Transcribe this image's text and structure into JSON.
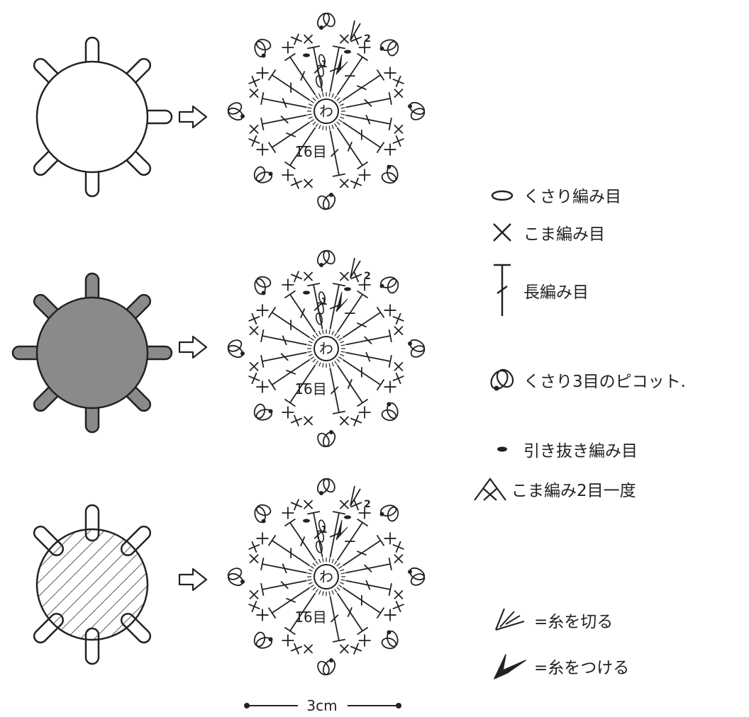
{
  "diagram": {
    "charts": [
      {
        "center_label": "わ",
        "count_label": "16目",
        "round1_label": "1",
        "round2_label": "2"
      },
      {
        "center_label": "わ",
        "count_label": "16目",
        "round1_label": "1",
        "round2_label": "2"
      },
      {
        "center_label": "わ",
        "count_label": "16目",
        "round1_label": "1",
        "round2_label": "2"
      }
    ],
    "shapes": [
      {
        "style": "outline",
        "fill": "#ffffff"
      },
      {
        "style": "solid",
        "fill": "#8a8a8a"
      },
      {
        "style": "hatched",
        "fill": "#ffffff"
      }
    ],
    "dimension_label": "3cm"
  },
  "legend": {
    "items": [
      {
        "icon": "chain-stitch-icon",
        "label": "くさり編み目"
      },
      {
        "icon": "single-crochet-icon",
        "label": "こま編み目"
      },
      {
        "icon": "double-crochet-icon",
        "label": "長編み目"
      },
      {
        "icon": "picot-icon",
        "label": "くさり3目のピコット."
      },
      {
        "icon": "slip-stitch-icon",
        "label": "引き抜き編み目"
      },
      {
        "icon": "sc2tog-icon",
        "label": "こま編み2目一度"
      },
      {
        "icon": "cut-yarn-icon",
        "label": "=糸を切る"
      },
      {
        "icon": "join-yarn-icon",
        "label": "=糸をつける"
      }
    ]
  }
}
